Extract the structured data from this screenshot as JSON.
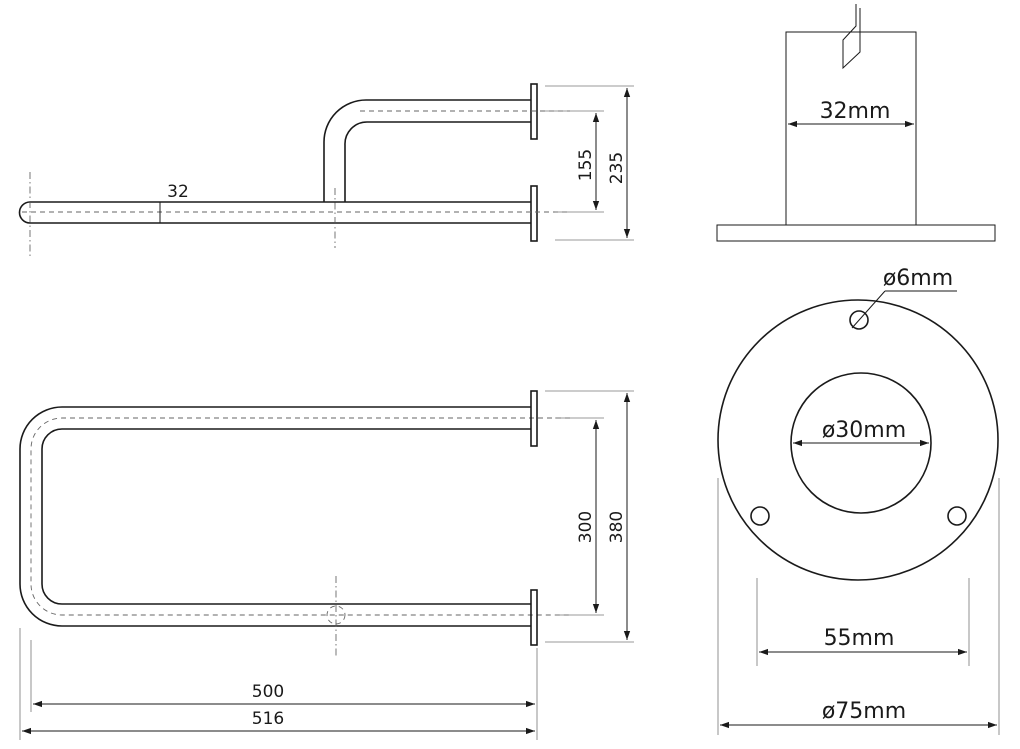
{
  "side_view": {
    "tube_diameter": "32",
    "offset_height": "155",
    "overall_height": "235"
  },
  "top_view": {
    "leg_spacing": "300",
    "overall_depth": "380",
    "projection": "500",
    "overall_projection": "516"
  },
  "wall_section": {
    "tube_width": "32mm"
  },
  "flange": {
    "screw_hole": "ø6mm",
    "center_bore": "ø30mm",
    "hole_spacing": "55mm",
    "outer_diameter": "ø75mm"
  }
}
